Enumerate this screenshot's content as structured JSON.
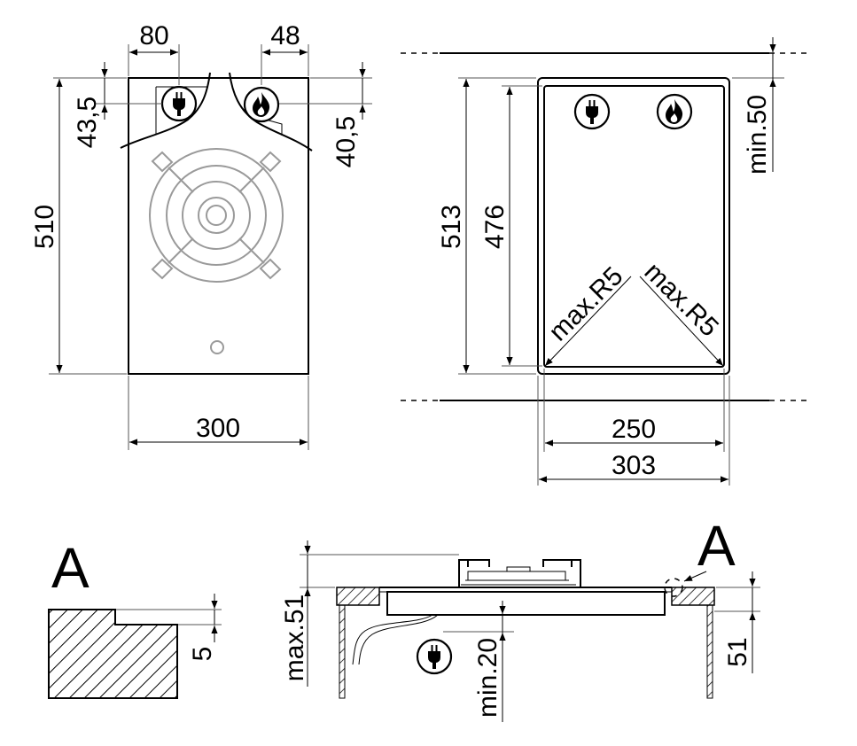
{
  "top_view": {
    "dim_plug_offset": "80",
    "dim_gas_offset": "48",
    "dim_plug_depth": "43,5",
    "dim_gas_depth": "40,5",
    "dim_height": "510",
    "dim_width": "300"
  },
  "cutout_view": {
    "dim_outer_height": "513",
    "dim_inner_height": "476",
    "dim_min_top": "min.50",
    "dim_radius_left": "max.R5",
    "dim_radius_right": "max.R5",
    "dim_inner_width": "250",
    "dim_outer_width": "303"
  },
  "detail_view": {
    "label": "A",
    "dim_step": "5"
  },
  "side_view": {
    "label": "A",
    "dim_max_height": "max.51",
    "dim_min_below": "min.20",
    "dim_worktop": "51"
  },
  "icons": [
    "plug-icon",
    "flame-icon"
  ]
}
